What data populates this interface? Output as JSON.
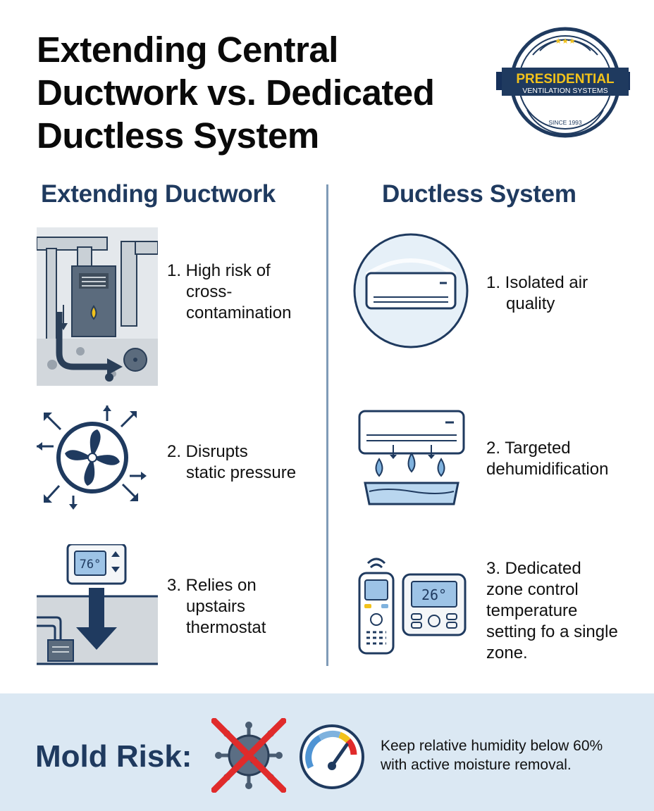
{
  "title": {
    "line1": "Extending Central",
    "line2": "Ductwork vs. Dedicated",
    "line3": "Ductless System"
  },
  "logo": {
    "stars": "★★★",
    "banner_main": "PRESIDENTIAL",
    "banner_sub": "VENTILATION SYSTEMS",
    "since": "SINCE 1993"
  },
  "left_column": {
    "heading": "Extending Ductwork",
    "items": [
      {
        "lines": [
          "1. High risk of",
          "cross-",
          "contamination"
        ],
        "icon": "furnace-contamination-icon"
      },
      {
        "lines": [
          "2. Disrupts",
          "static pressure"
        ],
        "icon": "fan-pressure-icon"
      },
      {
        "lines": [
          "3. Relies on",
          "upstairs",
          "thermostat"
        ],
        "icon": "thermostat-down-icon",
        "thermostat_reading": "76°"
      }
    ]
  },
  "right_column": {
    "heading": "Ductless System",
    "items": [
      {
        "lines": [
          "1. Isolated air",
          "quality"
        ],
        "icon": "mini-split-icon"
      },
      {
        "lines": [
          "2. Targeted",
          "dehumidification"
        ],
        "icon": "dehumidify-icon"
      },
      {
        "lines": [
          "3. Dedicated",
          "zone control",
          "temperature",
          "setting fo a single",
          "zone."
        ],
        "icon": "remote-thermostat-icon",
        "thermostat_reading": "26°"
      }
    ]
  },
  "footer": {
    "label": "Mold Risk:",
    "note_line1": "Keep relative humidity below 60%",
    "note_line2": "with active moisture removal."
  },
  "colors": {
    "navy": "#1f3a5f",
    "accent_gold": "#f2c21b",
    "light_blue": "#dbe8f3",
    "red": "#e02b2b"
  }
}
